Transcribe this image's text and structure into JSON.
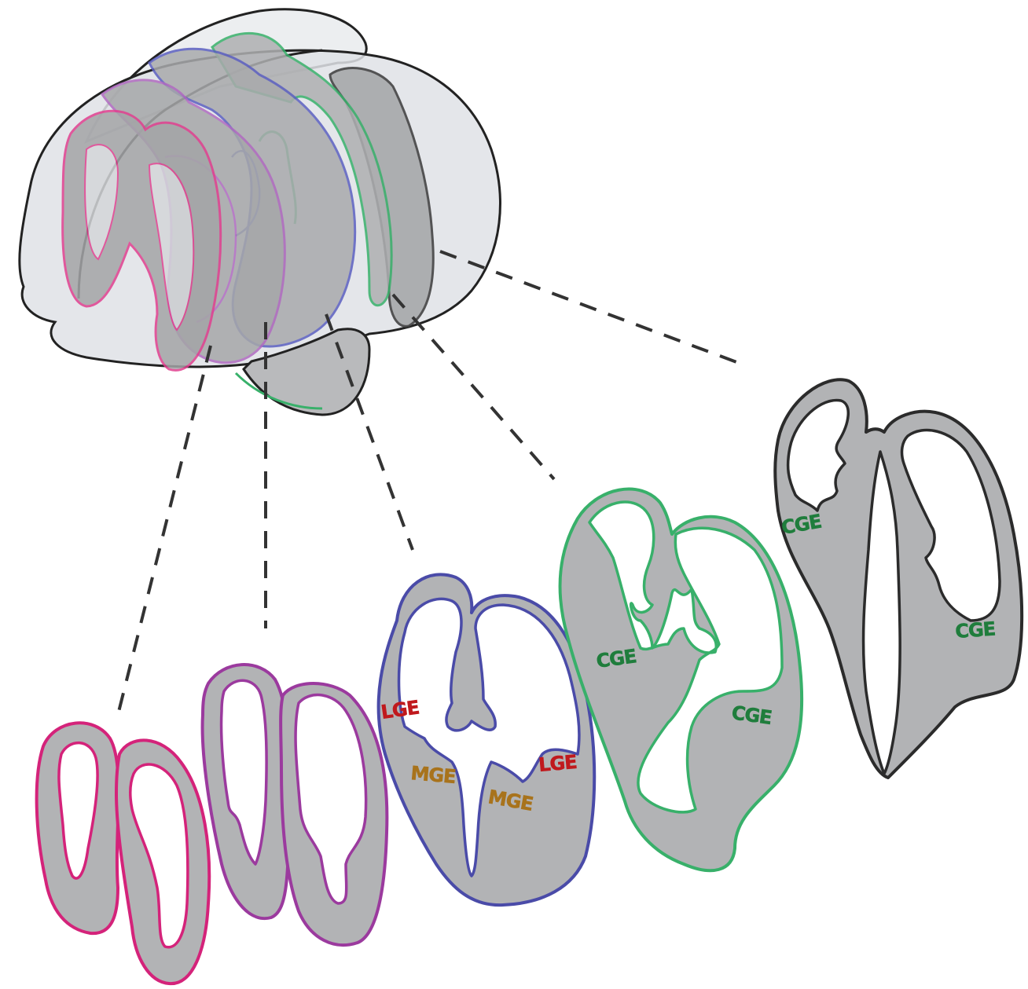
{
  "colors": {
    "section_fill": "#b2b3b5",
    "brain_fill": "#e4e6e9",
    "rostral_1": "#d4237a",
    "rostral_2": "#9b3a9e",
    "mid": "#4a4ba8",
    "caudal_1": "#38b06a",
    "caudal_2": "#2b2b2b",
    "lge_text": "#c0191d",
    "mge_text": "#a8731c",
    "cge_text": "#1f7d3c"
  },
  "sections": [
    {
      "id": "section-1",
      "color_key": "rostral_1",
      "labels": []
    },
    {
      "id": "section-2",
      "color_key": "rostral_2",
      "labels": []
    },
    {
      "id": "section-3",
      "color_key": "mid",
      "labels": [
        "LGE",
        "LGE",
        "MGE",
        "MGE"
      ]
    },
    {
      "id": "section-4",
      "color_key": "caudal_1",
      "labels": [
        "CGE",
        "CGE"
      ]
    },
    {
      "id": "section-5",
      "color_key": "caudal_2",
      "labels": [
        "CGE",
        "CGE"
      ]
    }
  ],
  "labels": {
    "lge_left": "LGE",
    "lge_right": "LGE",
    "mge_left": "MGE",
    "mge_right": "MGE",
    "cge_green_left": "CGE",
    "cge_green_right": "CGE",
    "cge_black_left": "CGE",
    "cge_black_right": "CGE"
  }
}
